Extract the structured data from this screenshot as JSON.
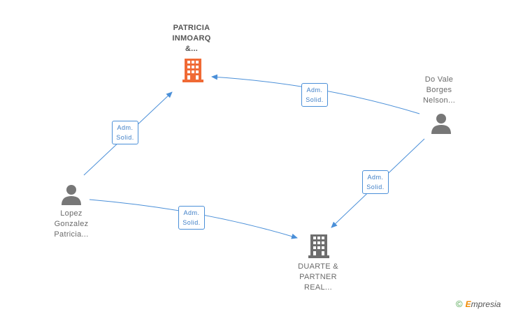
{
  "nodes": {
    "main_company": {
      "label": "PATRICIA\nINMOARQ\n&...",
      "color": "#f06a35"
    },
    "second_company": {
      "label": "DUARTE &\nPARTNER\nREAL...",
      "color": "#6e6e6e"
    },
    "person_lopez": {
      "label": "Lopez\nGonzalez\nPatricia...",
      "color": "#777777"
    },
    "person_dovale": {
      "label": "Do Vale\nBorges\nNelson...",
      "color": "#777777"
    }
  },
  "edges": {
    "lopez_to_main": "Adm.\nSolid.",
    "dovale_to_main": "Adm.\nSolid.",
    "dovale_to_second": "Adm.\nSolid.",
    "lopez_to_second": "Adm.\nSolid."
  },
  "colors": {
    "edge": "#4a8fd8"
  },
  "footer": {
    "copyright": "©",
    "brand_e": "E",
    "brand_rest": "mpresia"
  }
}
